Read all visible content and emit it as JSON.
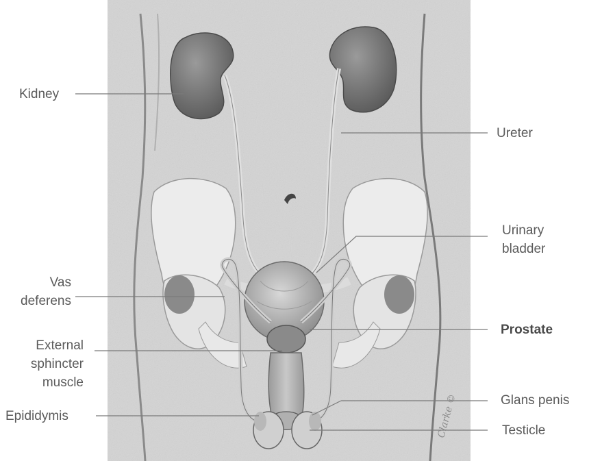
{
  "labels": {
    "kidney": "Kidney",
    "ureter": "Ureter",
    "urinary_bladder_1": "Urinary",
    "urinary_bladder_2": "bladder",
    "vas_deferens_1": "Vas",
    "vas_deferens_2": "deferens",
    "prostate": "Prostate",
    "external_sphincter_1": "External",
    "external_sphincter_2": "sphincter",
    "external_sphincter_3": "muscle",
    "glans_penis": "Glans penis",
    "epididymis": "Epididymis",
    "testicle": "Testicle"
  },
  "signature": "Clarke ©",
  "colors": {
    "background": "#d6d6d6",
    "organ_dark": "#6f6f6f",
    "bone": "#ececec",
    "text": "#5a5a5a",
    "leader": "#7a7a7a"
  }
}
